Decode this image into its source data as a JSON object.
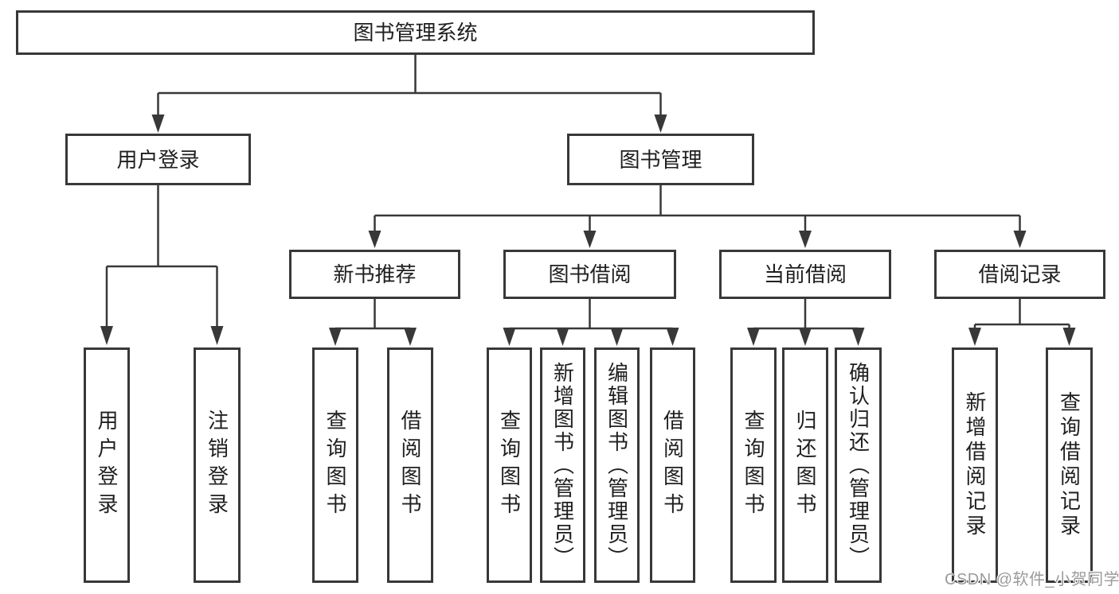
{
  "diagram": {
    "root": {
      "label": "图书管理系统",
      "children": [
        {
          "label": "用户登录",
          "children": [
            {
              "label": "用户登录"
            },
            {
              "label": "注销登录"
            }
          ]
        },
        {
          "label": "图书管理",
          "children": [
            {
              "label": "新书推荐",
              "children": [
                {
                  "label": "查询图书"
                },
                {
                  "label": "借阅图书"
                }
              ]
            },
            {
              "label": "图书借阅",
              "children": [
                {
                  "label": "查询图书"
                },
                {
                  "label": "新增图书（管理员）"
                },
                {
                  "label": "编辑图书（管理员）"
                },
                {
                  "label": "借阅图书"
                }
              ]
            },
            {
              "label": "当前借阅",
              "children": [
                {
                  "label": "查询图书"
                },
                {
                  "label": "归还图书"
                },
                {
                  "label": "确认归还（管理员）"
                }
              ]
            },
            {
              "label": "借阅记录",
              "children": [
                {
                  "label": "新增借阅记录"
                },
                {
                  "label": "查询借阅记录"
                }
              ]
            }
          ]
        }
      ]
    },
    "colors": {
      "line": "#383838",
      "text": "#1f1f1f",
      "background": "#ffffff",
      "watermark": "#9b9b9b"
    }
  },
  "watermark": {
    "text": "CSDN @软件_小贺同学"
  }
}
